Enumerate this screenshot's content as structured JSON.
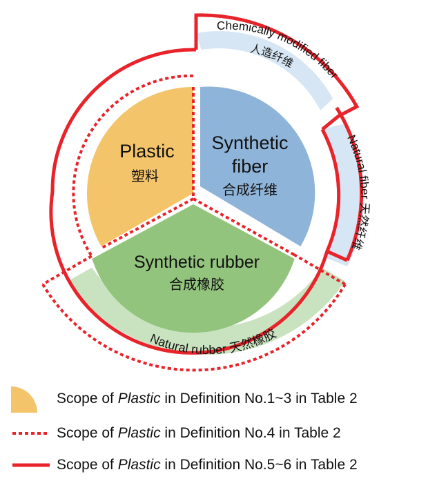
{
  "sectors": {
    "plastic": {
      "title": "Plastic",
      "cn": "塑料",
      "color": "#f4c46a"
    },
    "fiber": {
      "title_line1": "Synthetic",
      "title_line2": "fiber",
      "cn": "合成纤维",
      "color": "#8fb4d9"
    },
    "rubber": {
      "title": "Synthetic rubber",
      "cn": "合成橡胶",
      "color": "#93c47d"
    }
  },
  "outer_bands": {
    "chemically_modified_fiber": {
      "label_en": "Chemically modified fiber",
      "label_cn": "人造纤维",
      "color": "#d6e6f4"
    },
    "natural_fiber": {
      "label": "Natural fiber 天然纤维",
      "color": "#d6e6f4"
    },
    "natural_rubber": {
      "label": "Natural rubber 天然橡胶",
      "color": "#c9e3c0"
    }
  },
  "boundary_colors": {
    "solid": "#e8232a",
    "dotted": "#e8232a"
  },
  "legend": [
    {
      "key": "sector-fill",
      "prefix": "Scope of ",
      "term": "Plastic",
      "suffix": " in Definition No.1~3 in Table 2"
    },
    {
      "key": "dotted-line",
      "prefix": "Scope of ",
      "term": "Plastic",
      "suffix": " in Definition No.4 in Table 2"
    },
    {
      "key": "solid-line",
      "prefix": "Scope of ",
      "term": "Plastic",
      "suffix": " in Definition No.5~6 in Table 2"
    }
  ]
}
